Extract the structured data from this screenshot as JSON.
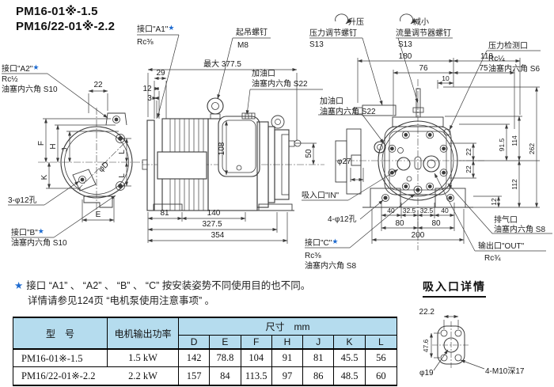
{
  "title": {
    "line1": "PM16-01※-1.5",
    "line2": "PM16/22-01※-2.2"
  },
  "star": "★",
  "left_view": {
    "port_a2": {
      "name": "接口\"A2\"",
      "thread": "Rc½",
      "plug": "油塞内六角 S10"
    },
    "port_b": {
      "name": "接口\"B\"",
      "plug": "油塞内六角 S10"
    },
    "holes": "3-φ12孔",
    "dims": {
      "d22": "22",
      "F": "F",
      "H": "H",
      "J": "J",
      "K": "K",
      "L": "L",
      "E": "E",
      "phiD": "φD"
    }
  },
  "side_view": {
    "port_a1": {
      "name": "接口\"A1\"",
      "thread": "Rc⅜"
    },
    "eye_bolt": {
      "name": "起吊螺钉",
      "size": "M8"
    },
    "oil_filler": {
      "name": "加油口",
      "plug": "油塞内六角 S22"
    },
    "dims": {
      "max_len": "最大 377.5",
      "d29": "29",
      "d12": "12",
      "d3": "3",
      "d108": "108",
      "d50": "50",
      "d81": "81",
      "d140": "140",
      "d327": "327.5",
      "d354": "354"
    }
  },
  "rear_view": {
    "raise": "升压",
    "reduce": "减小",
    "pressure_screw": {
      "name": "压力调节螺钉",
      "size": "S13"
    },
    "flow_screw": {
      "name": "流量调节器螺钉",
      "size": "S13"
    },
    "pressure_port": {
      "name": "压力检测口",
      "thread": "Rc¼",
      "plug": "油塞内六角 S6"
    },
    "oil_filler": {
      "name": "加油口",
      "plug": "油塞内六角 S22"
    },
    "shaft": "φ27",
    "inlet": "吸入口\"IN\"",
    "holes": "4-φ12孔",
    "port_c": {
      "name": "接口\"C\"",
      "thread": "Rc⅜",
      "plug": "油塞内六角 S8"
    },
    "air_vent": {
      "name": "排气口",
      "plug": "油塞内六角 S8"
    },
    "outlet": {
      "name": "输出口\"OUT\"",
      "thread": "Rc¾"
    },
    "dims": {
      "d180": "180",
      "d118": "118",
      "d76": "76",
      "d75": "75",
      "d10": "10",
      "d915": "91.5",
      "d114": "114",
      "d262": "262",
      "d22": "22",
      "d112": "112",
      "d12": "12",
      "d40": "40",
      "d325": "32.5",
      "d80": "80",
      "d200": "200"
    }
  },
  "note": {
    "line1": "接口 “A1” 、 “A2” 、 “B” 、 “C” 按安装姿势不同使用目的也不同。",
    "line2": "详情请参见124页 “电机泵使用注意事项” 。"
  },
  "detail": {
    "heading": "吸入口详情",
    "dims": {
      "d222": "22.2",
      "d476": "47.6",
      "phi19": "φ19",
      "bolts": "4-M10深17"
    }
  },
  "table": {
    "header_model": "型　号",
    "header_power": "电机输出功率",
    "header_dims": "尺寸　mm",
    "dim_cols": [
      "D",
      "E",
      "F",
      "H",
      "J",
      "K",
      "L"
    ],
    "rows": [
      {
        "model": "PM16-01※-1.5",
        "power": "1.5 kW",
        "values": [
          "142",
          "78.8",
          "104",
          "91",
          "81",
          "45.5",
          "56"
        ]
      },
      {
        "model": "PM16/22-01※-2.2",
        "power": "2.2 kW",
        "values": [
          "157",
          "84",
          "113.5",
          "97",
          "86",
          "48.5",
          "60"
        ]
      }
    ]
  },
  "colors": {
    "accent_blue": "#1e6bd0",
    "table_header_bg": "#b5dcee",
    "line": "#3a3a3a"
  }
}
